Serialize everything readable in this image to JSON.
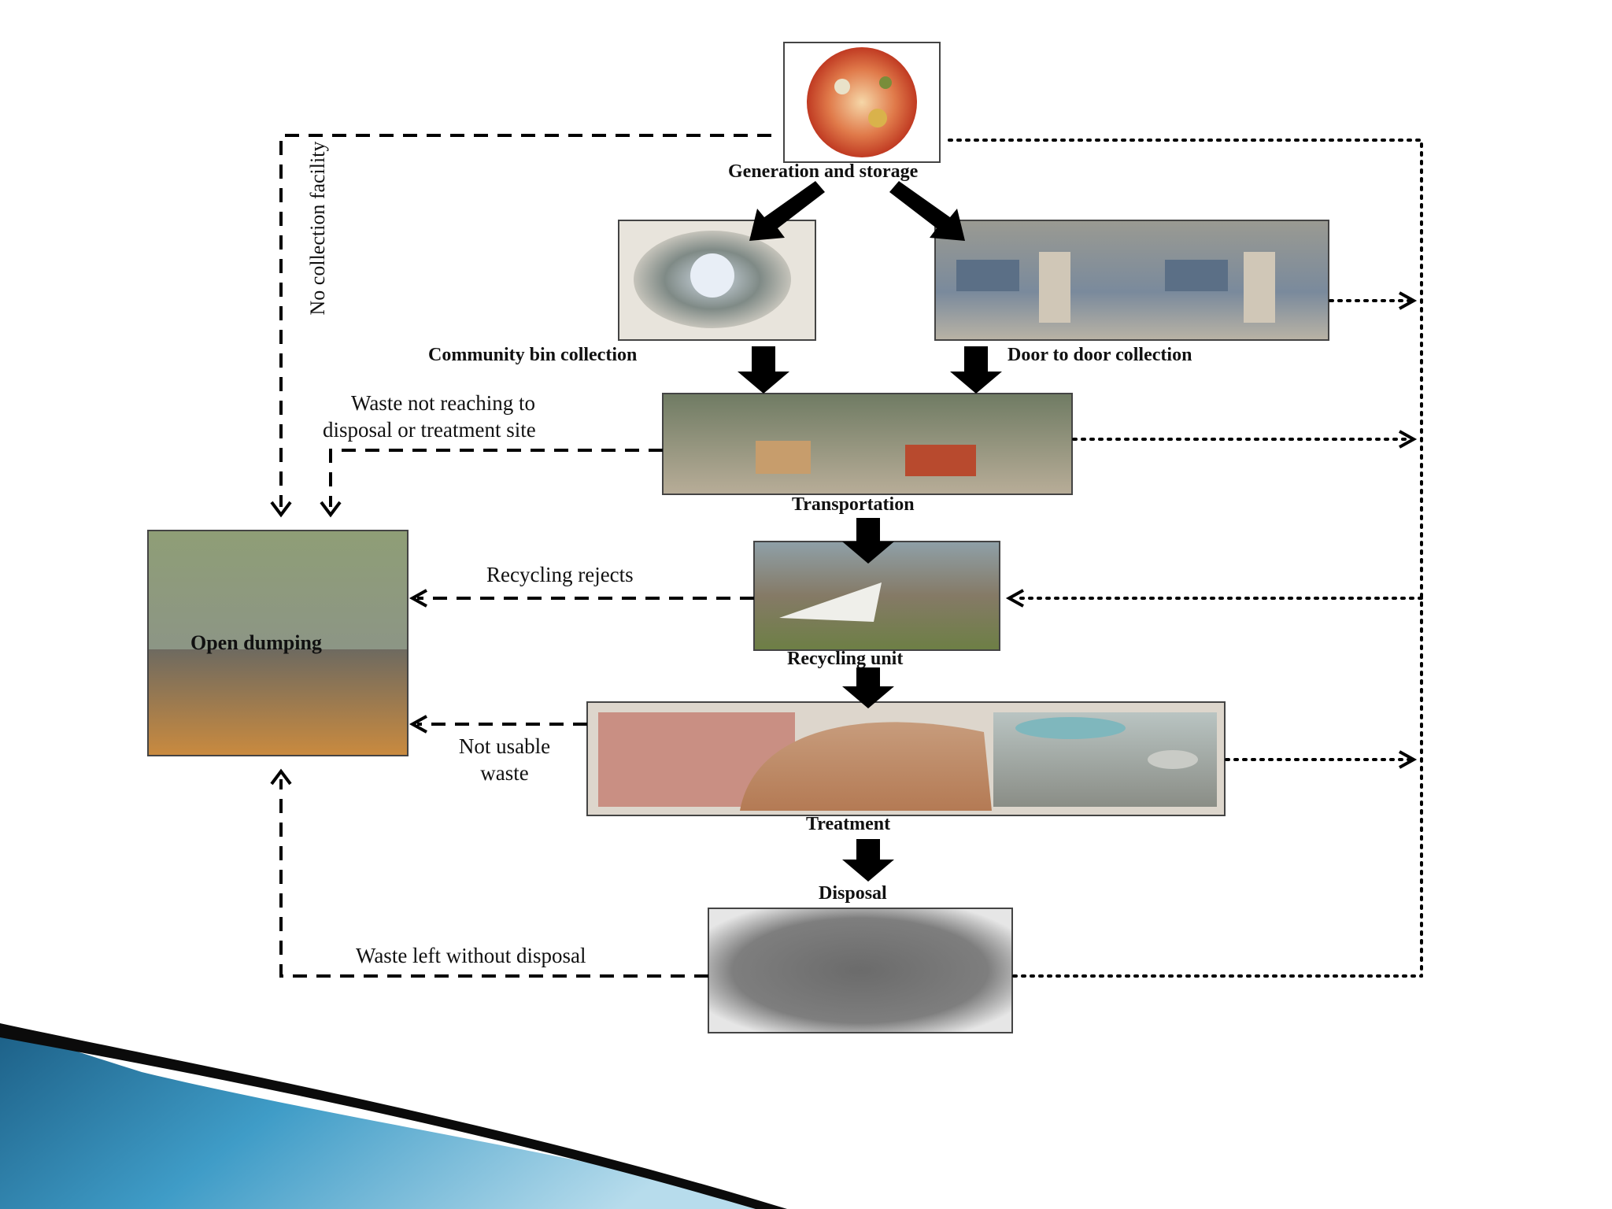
{
  "diagram": {
    "stages": {
      "generation": "Generation and storage",
      "community_bin": "Community bin collection",
      "door_to_door": "Door to door collection",
      "transportation": "Transportation",
      "recycling": "Recycling unit",
      "treatment": "Treatment",
      "disposal": "Disposal",
      "open_dumping": "Open dumping"
    },
    "side_labels": {
      "no_collection": "No collection facility",
      "waste_not_reaching_1": "Waste not reaching to",
      "waste_not_reaching_2": "disposal or treatment site",
      "recycling_rejects": "Recycling rejects",
      "not_usable_1": "Not usable",
      "not_usable_2": "waste",
      "waste_left": "Waste left without disposal"
    }
  },
  "colors": {
    "slide_band_dark": "#1f6f98",
    "slide_band_light": "#aad3e6",
    "arrow_black": "#000000"
  }
}
